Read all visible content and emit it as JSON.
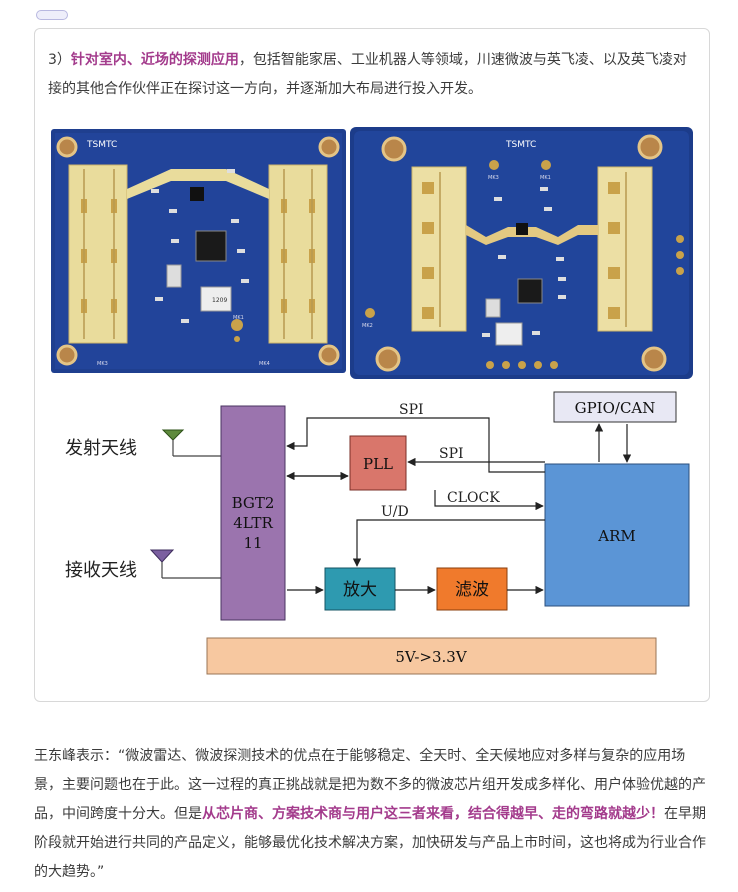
{
  "intro": {
    "prefix": "3）",
    "highlight": "针对室内、近场的探测应用",
    "rest": "，包括智能家居、工业机器人等领域，川速微波与英飞凌、以及英飞凌对接的其他合作伙伴正在探讨这一方向，并逐渐加大布局进行投入开发。"
  },
  "boards": {
    "left_label": "TSMTC",
    "right_label": "TSMTC",
    "chip_label": "1209",
    "left_marks": [
      "MK3",
      "MK4",
      "MK1"
    ],
    "right_marks": [
      "MK3",
      "MK2",
      "MK1"
    ]
  },
  "diagram": {
    "tx_antenna": "发射天线",
    "rx_antenna": "接收天线",
    "chip": [
      "BGT2",
      "4LTR",
      "11"
    ],
    "pll": "PLL",
    "gpio": "GPIO/CAN",
    "arm": "ARM",
    "amp": "放大",
    "filter": "滤波",
    "power": "5V->3.3V",
    "spi_top": "SPI",
    "spi_pll": "SPI",
    "clock": "CLOCK",
    "ud": "U/D",
    "colors": {
      "chip": "#9b74ae",
      "pll": "#d9766b",
      "arm": "#5b95d6",
      "amp": "#2e9ab0",
      "filter": "#f07a2c",
      "power": "#f7c8a0",
      "gpio": "#e8e8f4"
    }
  },
  "paragraph": {
    "part1": "王东峰表示：“微波雷达、微波探测技术的优点在于能够稳定、全天时、全天候地应对多样与复杂的应用场景，主要问题也在于此。这一过程的真正挑战就是把为数不多的微波芯片组开发成多样化、用户体验优越的产品，中间跨度十分大。但是",
    "highlight": "从芯片商、方案技术商与用户这三者来看，结合得越早、走的弯路就越少！",
    "part2": "在早期阶段就开始进行共同的产品定义，能够最优化技术解决方案，加快研发与产品上市时间，这也将成为行业合作的大趋势。”"
  }
}
